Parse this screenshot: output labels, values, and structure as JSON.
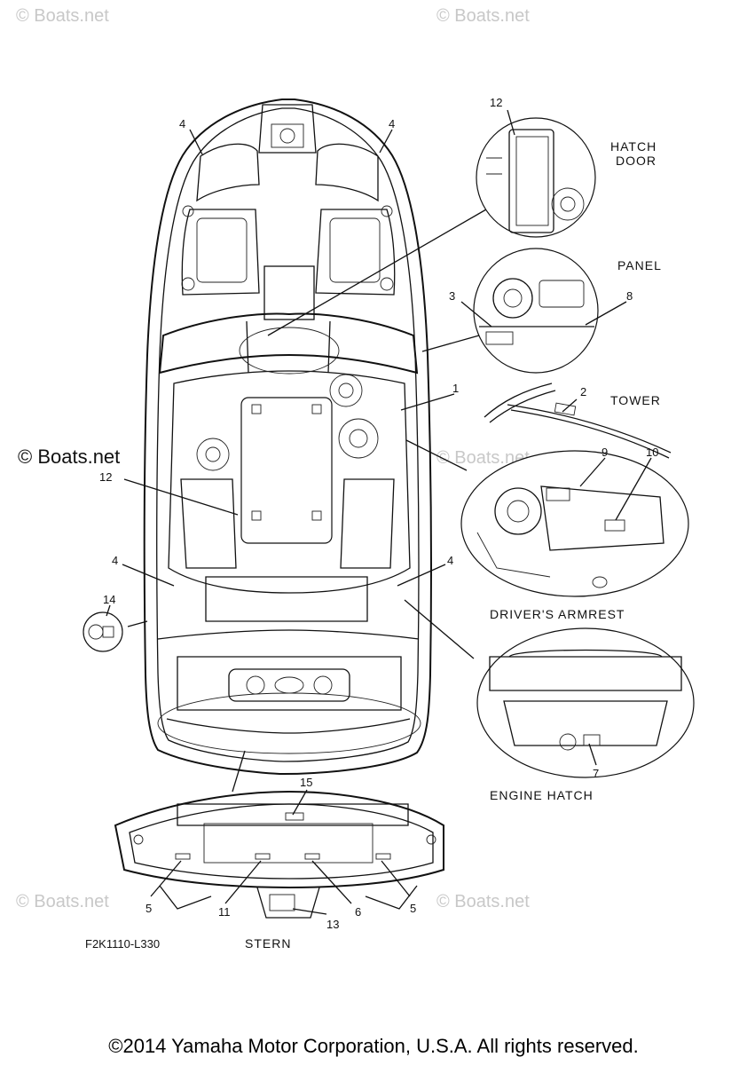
{
  "watermarks": {
    "wm1": "© Boats.net",
    "wm2": "© Boats.net",
    "wm3": "© Boats.net",
    "wm4": "© Boats.net",
    "wm5": "© Boats.net",
    "wm_dark": "© Boats.net"
  },
  "views": {
    "hatch_door_line1": "HATCH",
    "hatch_door_line2": "DOOR",
    "panel": "PANEL",
    "tower": "TOWER",
    "drivers_armrest": "DRIVER'S ARMREST",
    "engine_hatch": "ENGINE HATCH",
    "stern": "STERN"
  },
  "callouts": {
    "c12_top": "12",
    "c4_left_top": "4",
    "c4_right_top": "4",
    "c3": "3",
    "c8": "8",
    "c1": "1",
    "c2": "2",
    "c9": "9",
    "c10": "10",
    "c12_mid": "12",
    "c4_left_mid": "4",
    "c4_right_mid": "4",
    "c14": "14",
    "c7": "7",
    "c15": "15",
    "c5_left": "5",
    "c11": "11",
    "c13": "13",
    "c6": "6",
    "c5_right": "5"
  },
  "part_code": "F2K1110-L330",
  "copyright": "©2014 Yamaha Motor Corporation, U.S.A. All rights reserved."
}
